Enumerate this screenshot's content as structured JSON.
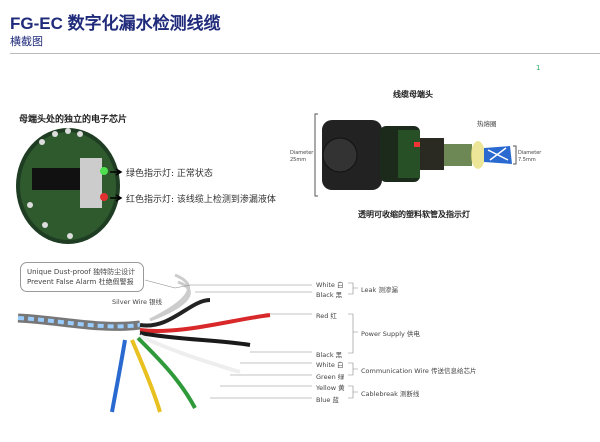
{
  "header": {
    "title": "FG-EC 数字化漏水检测线缆",
    "subtitle": "横截图",
    "page_number": "1"
  },
  "chip": {
    "heading": "母端头处的独立的电子芯片",
    "green_led": "绿色指示灯: 正常状态",
    "red_led": "红色指示灯: 该线缆上检测到渗漏液体"
  },
  "connector": {
    "heading": "线缆母端头",
    "diameter_left": "Diameter 25mm",
    "diameter_right": "Diameter 7.5mm",
    "heat_ring": "热熔圈",
    "caption": "透明可收缩的塑料软管及指示灯"
  },
  "cable": {
    "callout_line1": "Unique Dust-proof 独特防尘设计",
    "callout_line2": "Prevent False Alarm 杜绝假警报",
    "silver_wire": "Silver Wire 银线",
    "wires": [
      {
        "label": "White 白",
        "color": "#f4f4f4"
      },
      {
        "label": "Black 黑",
        "color": "#222222"
      },
      {
        "label": "Red 红",
        "color": "#d8282a"
      },
      {
        "label": "Black 黑",
        "color": "#1a1a1a"
      },
      {
        "label": "White 白",
        "color": "#eeeeee"
      },
      {
        "label": "Green 绿",
        "color": "#2f9a3a"
      },
      {
        "label": "Yellow 黄",
        "color": "#e8c020"
      },
      {
        "label": "Blue 蓝",
        "color": "#2a6ad0"
      }
    ],
    "groups": {
      "leak": "Leak 测渗漏",
      "power": "Power Supply 供电",
      "comm": "Communication Wire 传送信息给芯片",
      "cablebreak": "Cablebreak 测断线"
    }
  }
}
